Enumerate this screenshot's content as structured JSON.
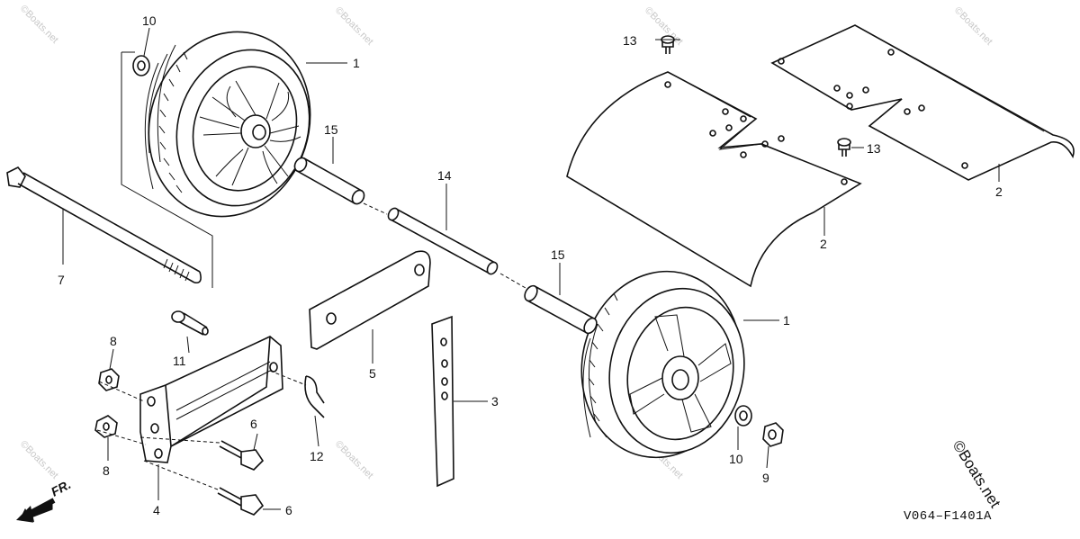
{
  "diagram_code": "V064–F1401A",
  "front_label": "FR.",
  "brand_mark": "©Boats.net",
  "watermark_text": "©Boats.net",
  "callouts": {
    "c1_top": "1",
    "c1_bottom": "1",
    "c2_left": "2",
    "c2_right": "2",
    "c3": "3",
    "c4": "4",
    "c5": "5",
    "c6_upper": "6",
    "c6_lower": "6",
    "c7": "7",
    "c8_upper": "8",
    "c8_lower": "8",
    "c9": "9",
    "c10_top": "10",
    "c10_bottom": "10",
    "c11": "11",
    "c12": "12",
    "c13_top": "13",
    "c13_right": "13",
    "c14": "14",
    "c15_upper": "15",
    "c15_lower": "15"
  },
  "colors": {
    "line": "#111111",
    "watermark": "#c8c8c8"
  }
}
